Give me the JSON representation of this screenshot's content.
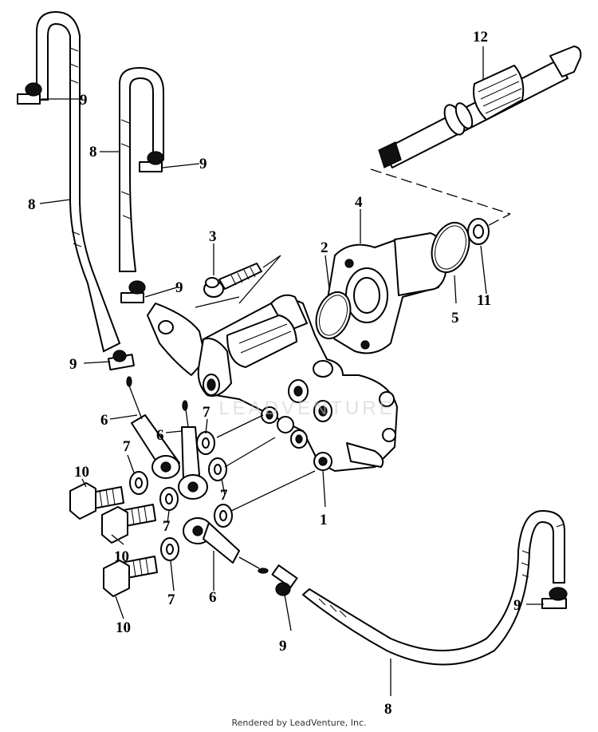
{
  "callouts": {
    "c1": "1",
    "c2": "2",
    "c3": "3",
    "c4": "4",
    "c5": "5",
    "c6a": "6",
    "c6b": "6",
    "c6c": "6",
    "c7a": "7",
    "c7b": "7",
    "c7c": "7",
    "c7d": "7",
    "c7e": "7",
    "c8a": "8",
    "c8b": "8",
    "c8c": "8",
    "c9a": "9",
    "c9b": "9",
    "c9c": "9",
    "c9d": "9",
    "c9e": "9",
    "c9f": "9",
    "c10a": "10",
    "c10b": "10",
    "c10c": "10",
    "c11": "11",
    "c12": "12"
  },
  "watermark": "LEADVENTURE",
  "footer": "Rendered by LeadVenture, Inc."
}
